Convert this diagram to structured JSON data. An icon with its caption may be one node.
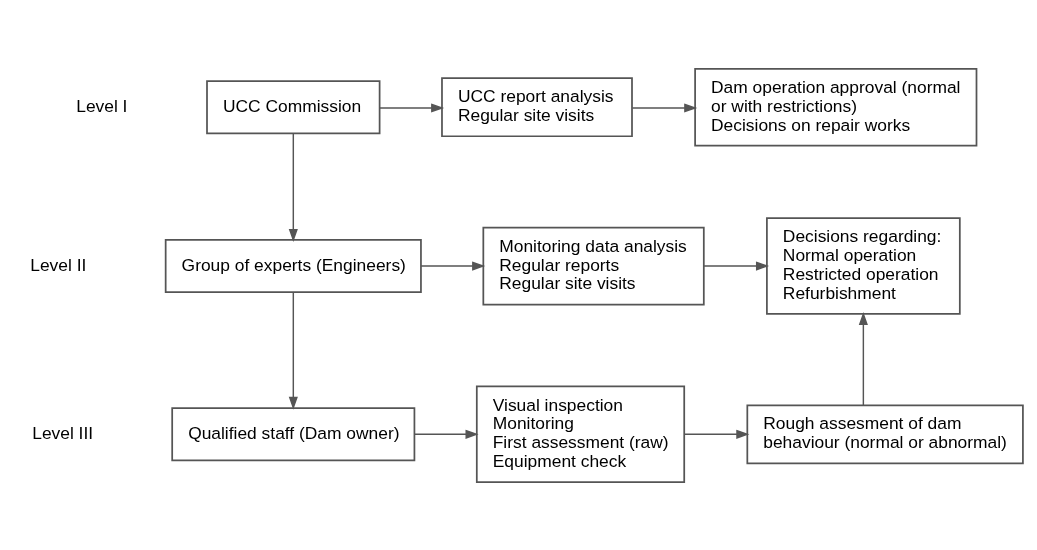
{
  "diagram": {
    "nodes": [
      {
        "text": [
          "UCC Commission"
        ]
      },
      {
        "text": [
          "UCC report analysis",
          "Regular site visits"
        ]
      },
      {
        "text": [
          "Dam operation approval (normal or with restrictions)",
          "Decisions on repair works"
        ]
      },
      {
        "text": [
          "Group of experts (Engineers)"
        ]
      },
      {
        "text": [
          "Monitoring data analysis",
          "Regular reports",
          "Regular site visits"
        ]
      },
      {
        "text": [
          "Decisions regarding:",
          "Normal operation",
          "Restricted operation",
          "Refurbishment"
        ]
      },
      {
        "text": [
          "Qualified staff (Dam owner)"
        ]
      },
      {
        "text": [
          "Visual inspection",
          "Monitoring",
          "First assessment (raw)",
          "Equipment check"
        ]
      },
      {
        "text": [
          "Rough assesment of dam behaviour (normal or abnormal)"
        ]
      }
    ],
    "edges": [
      {
        "from": 0,
        "to": 1,
        "arrow": "to"
      },
      {
        "from": 1,
        "to": 2,
        "arrow": "to"
      },
      {
        "from": 0,
        "to": 3,
        "arrow": "to"
      },
      {
        "from": 3,
        "to": 4,
        "arrow": "to"
      },
      {
        "from": 4,
        "to": 5,
        "arrow": "to"
      },
      {
        "from": 3,
        "to": 6,
        "arrow": "to"
      },
      {
        "from": 6,
        "to": 7,
        "arrow": "to"
      },
      {
        "from": 7,
        "to": 8,
        "arrow": "to"
      },
      {
        "from": 8,
        "to": 5,
        "arrow": "to"
      }
    ],
    "labels": [
      "Level I",
      "Level II",
      "Level III"
    ]
  }
}
